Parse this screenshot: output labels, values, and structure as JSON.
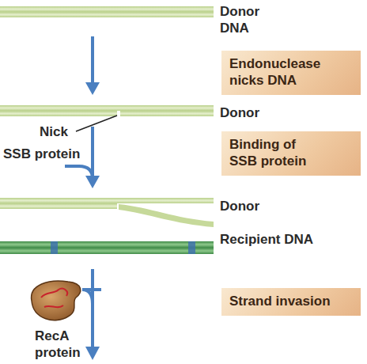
{
  "diagram": {
    "nodes": [
      {
        "text": [
          "Endonuclease nicks DNA"
        ]
      },
      {
        "text": [
          "Binding of SSB protein"
        ]
      },
      {
        "text": [
          "Strand invasion"
        ]
      }
    ],
    "labels": [
      "Donor DNA",
      "Donor",
      "Nick",
      "SSB protein",
      "Donor",
      "Recipient DNA",
      "RecA protein"
    ]
  }
}
